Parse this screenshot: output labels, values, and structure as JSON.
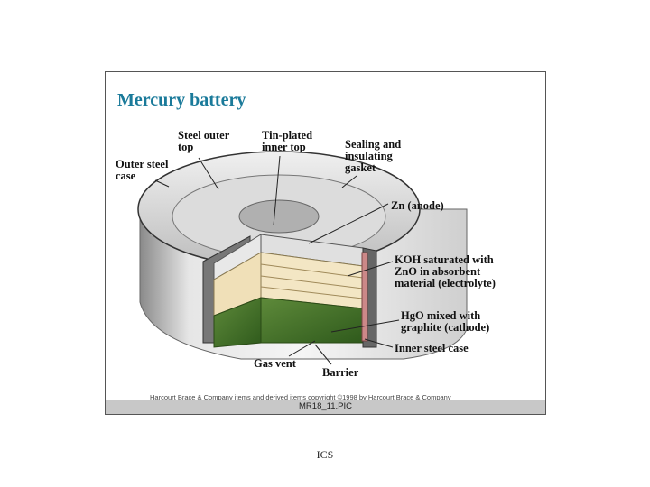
{
  "title": "Mercury battery",
  "labels": {
    "steel_outer_top": "Steel outer\ntop",
    "tin_plated_inner_top": "Tin-plated\ninner top",
    "sealing_gasket": "Sealing and\ninsulating\ngasket",
    "outer_steel_case": "Outer steel\ncase",
    "zn_anode": "Zn (anode)",
    "koh_electrolyte": "KOH saturated with\nZnO in absorbent\nmaterial (electrolyte)",
    "hgo_cathode": "HgO mixed with\ngraphite (cathode)",
    "inner_steel_case": "Inner steel case",
    "gas_vent": "Gas vent",
    "barrier": "Barrier"
  },
  "copyright": "Harcourt Brace & Company items and derived items copyright ©1998 by Harcourt Brace & Company",
  "filename": "MR18_11.PIC",
  "footer": "ICS"
}
